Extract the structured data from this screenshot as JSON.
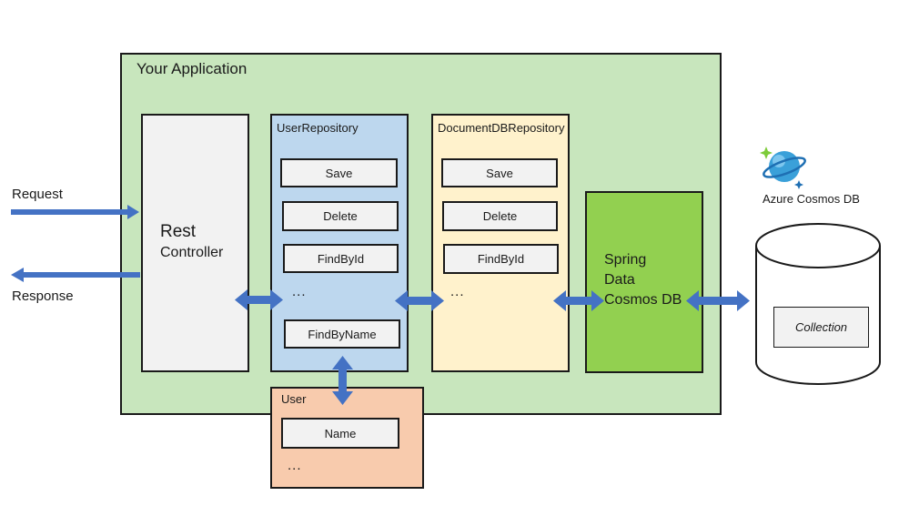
{
  "application": {
    "title": "Your Application"
  },
  "controller": {
    "line1": "Rest",
    "line2": "Controller"
  },
  "io": {
    "request": "Request",
    "response": "Response"
  },
  "user_repository": {
    "title": "UserRepository",
    "methods": [
      "Save",
      "Delete",
      "FindById",
      "FindByName"
    ],
    "ellipsis": "..."
  },
  "documentdb_repository": {
    "title": "DocumentDBRepository",
    "methods": [
      "Save",
      "Delete",
      "FindById"
    ],
    "ellipsis": "..."
  },
  "spring_data": {
    "line1": "Spring",
    "line2": "Data",
    "line3": "Cosmos DB"
  },
  "user_entity": {
    "title": "User",
    "field": "Name",
    "ellipsis": "..."
  },
  "cosmos": {
    "caption": "Azure Cosmos DB",
    "collection": "Collection"
  },
  "colors": {
    "arrow": "#4472c4",
    "app_bg": "#c8e6bd",
    "repo_bg": "#bdd7ee",
    "docrepo_bg": "#fff2cc",
    "spring_bg": "#92d050",
    "entity_bg": "#f8cbad",
    "cosmos_icon": "#3aa0d9"
  }
}
